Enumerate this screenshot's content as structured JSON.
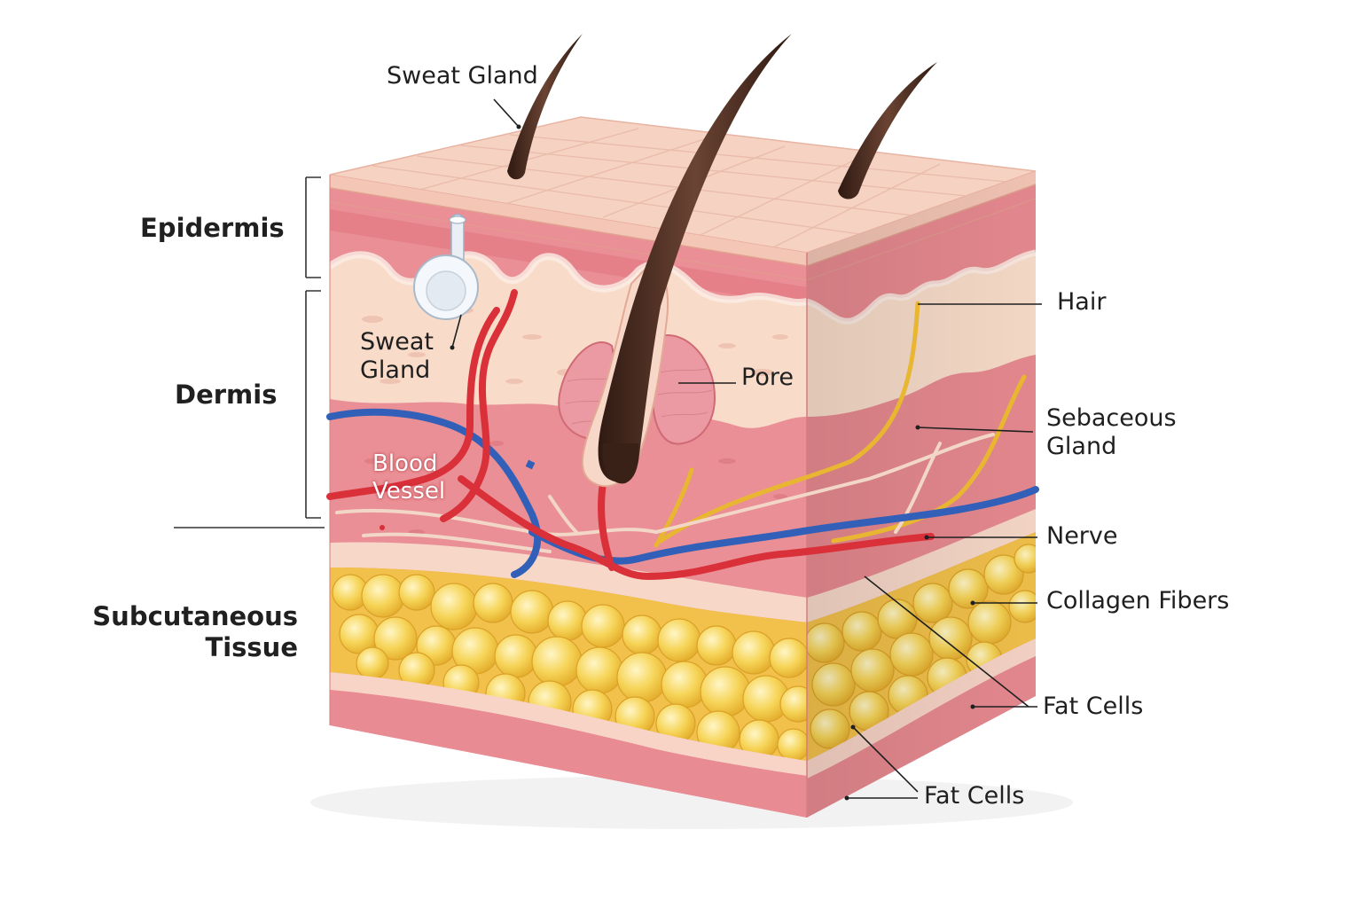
{
  "layers": {
    "epidermis": "Epidermis",
    "dermis": "Dermis",
    "subcutaneous": "Subcutaneous\nTissue"
  },
  "callouts": {
    "top_sweat_gland": "Sweat Gland",
    "inner_sweat_gland": "Sweat\nGland",
    "blood_vessel": "Blood\nVessel",
    "pore": "Pore",
    "hair": "Hair",
    "sebaceous_gland": "Sebaceous\nGland",
    "nerve": "Nerve",
    "collagen_fibers": "Collagen Fibers",
    "fat_cells_right": "Fat Cells",
    "fat_cells_bottom": "Fat Cells"
  },
  "colors": {
    "epidermis_top": "#f6d2c3",
    "dermis": "#e98f95",
    "papillary": "#f8dcc9",
    "fat": "#f6cd45",
    "artery": "#d9303a",
    "vein": "#3260b8",
    "nerve": "#e9b632",
    "hair": "#4a2c22"
  }
}
